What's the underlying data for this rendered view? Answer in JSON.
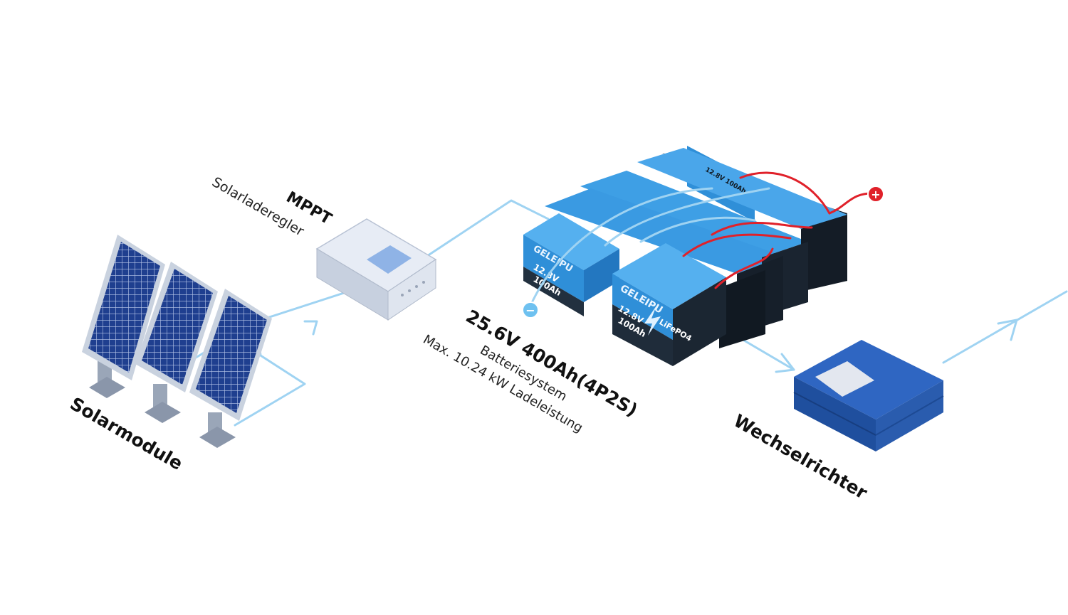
{
  "labels": {
    "solar": "Solarmodule",
    "mppt_title": "MPPT",
    "mppt_sub": "Solarladeregler",
    "battery_title": "25.6V 400Ah(4P2S)",
    "battery_sub1": "Batteriesystem",
    "battery_sub2": "Max. 10.24 kW Ladeleistung",
    "inverter": "Wechselrichter"
  },
  "battery": {
    "brand": "GELEIPU",
    "voltage": "12.8V",
    "capacity": "100Ah",
    "chemistry": "LiFePO4",
    "top_label": "12.8V 100Ah"
  },
  "terminals": {
    "negative": "−",
    "positive": "+"
  },
  "icons": [
    "solar-panel-icon",
    "charge-controller-icon",
    "battery-pack-icon",
    "inverter-icon",
    "flow-arrow-icon"
  ],
  "colors": {
    "flow_line": "#9fd3f2",
    "battery_blue": "#2f8fd8",
    "inverter_blue": "#2559b0",
    "positive_red": "#e0212a",
    "negative_blue": "#6ec1f0"
  }
}
